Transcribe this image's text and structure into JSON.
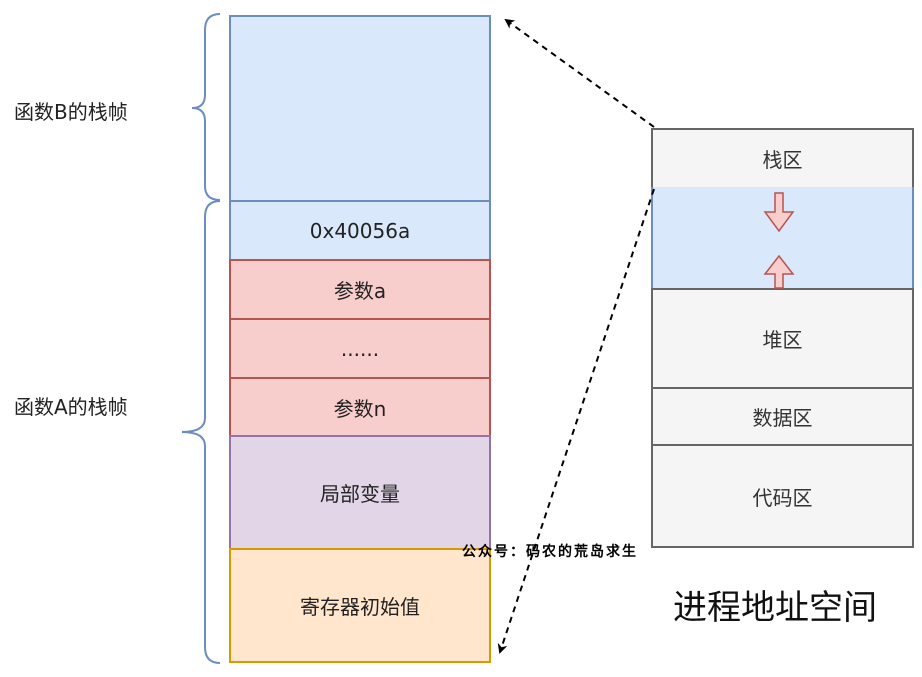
{
  "stack": {
    "frame_b_label": "函数B的栈帧",
    "frame_a_label": "函数A的栈帧",
    "cells": [
      {
        "label": "",
        "fill": "#dae8fc",
        "stroke": "#6c8ebf"
      },
      {
        "label": "0x40056a",
        "fill": "#dae8fc",
        "stroke": "#6c8ebf"
      },
      {
        "label": "参数a",
        "fill": "#f8cecc",
        "stroke": "#b85450"
      },
      {
        "label": "......",
        "fill": "#f8cecc",
        "stroke": "#b85450"
      },
      {
        "label": "参数n",
        "fill": "#f8cecc",
        "stroke": "#b85450"
      },
      {
        "label": "局部变量",
        "fill": "#e1d5e7",
        "stroke": "#9673a6"
      },
      {
        "label": "寄存器初始值",
        "fill": "#ffe6cc",
        "stroke": "#d79b00"
      }
    ]
  },
  "address_space": {
    "title": "进程地址空间",
    "regions": [
      {
        "label": "栈区",
        "fill": "#f5f5f5",
        "stroke": "#666666"
      },
      {
        "label": "",
        "fill": "#dae8fc",
        "stroke": "#6c8ebf"
      },
      {
        "label": "堆区",
        "fill": "#f5f5f5",
        "stroke": "#666666"
      },
      {
        "label": "数据区",
        "fill": "#f5f5f5",
        "stroke": "#666666"
      },
      {
        "label": "代码区",
        "fill": "#f5f5f5",
        "stroke": "#666666"
      }
    ],
    "growth_arrows": [
      "arrow-down",
      "arrow-up"
    ],
    "arrow_color": "#b85450",
    "arrow_fill": "#f8cecc"
  },
  "watermark": "公众号：码农的荒岛求生",
  "bracket_color": "#6c8ebf"
}
